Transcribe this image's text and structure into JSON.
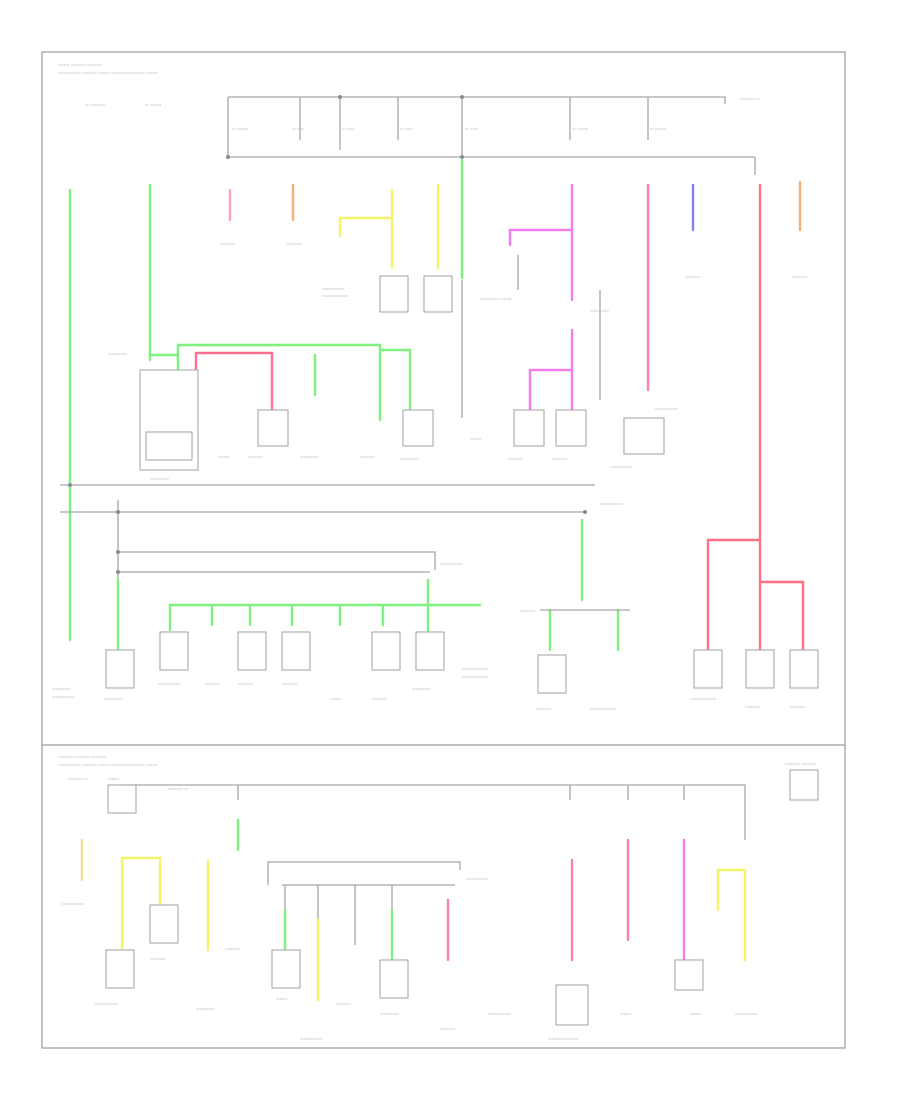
{
  "diagram": {
    "title": "",
    "colors": {
      "green": "#7df07d",
      "pink": "#ff80a8",
      "red": "#ff6070",
      "magenta": "#f07cf0",
      "yellow": "#f4f46a",
      "orange": "#f8b070",
      "blue": "#8080f0",
      "grey": "#b8b8b8",
      "frame": "#9a9a9a"
    },
    "sections": [
      {
        "id": "upper",
        "label": ""
      },
      {
        "id": "lower",
        "label": ""
      }
    ],
    "wire_colors_used": [
      "green",
      "pink",
      "red",
      "magenta",
      "yellow",
      "orange",
      "blue",
      "grey"
    ],
    "footer_page": ""
  }
}
